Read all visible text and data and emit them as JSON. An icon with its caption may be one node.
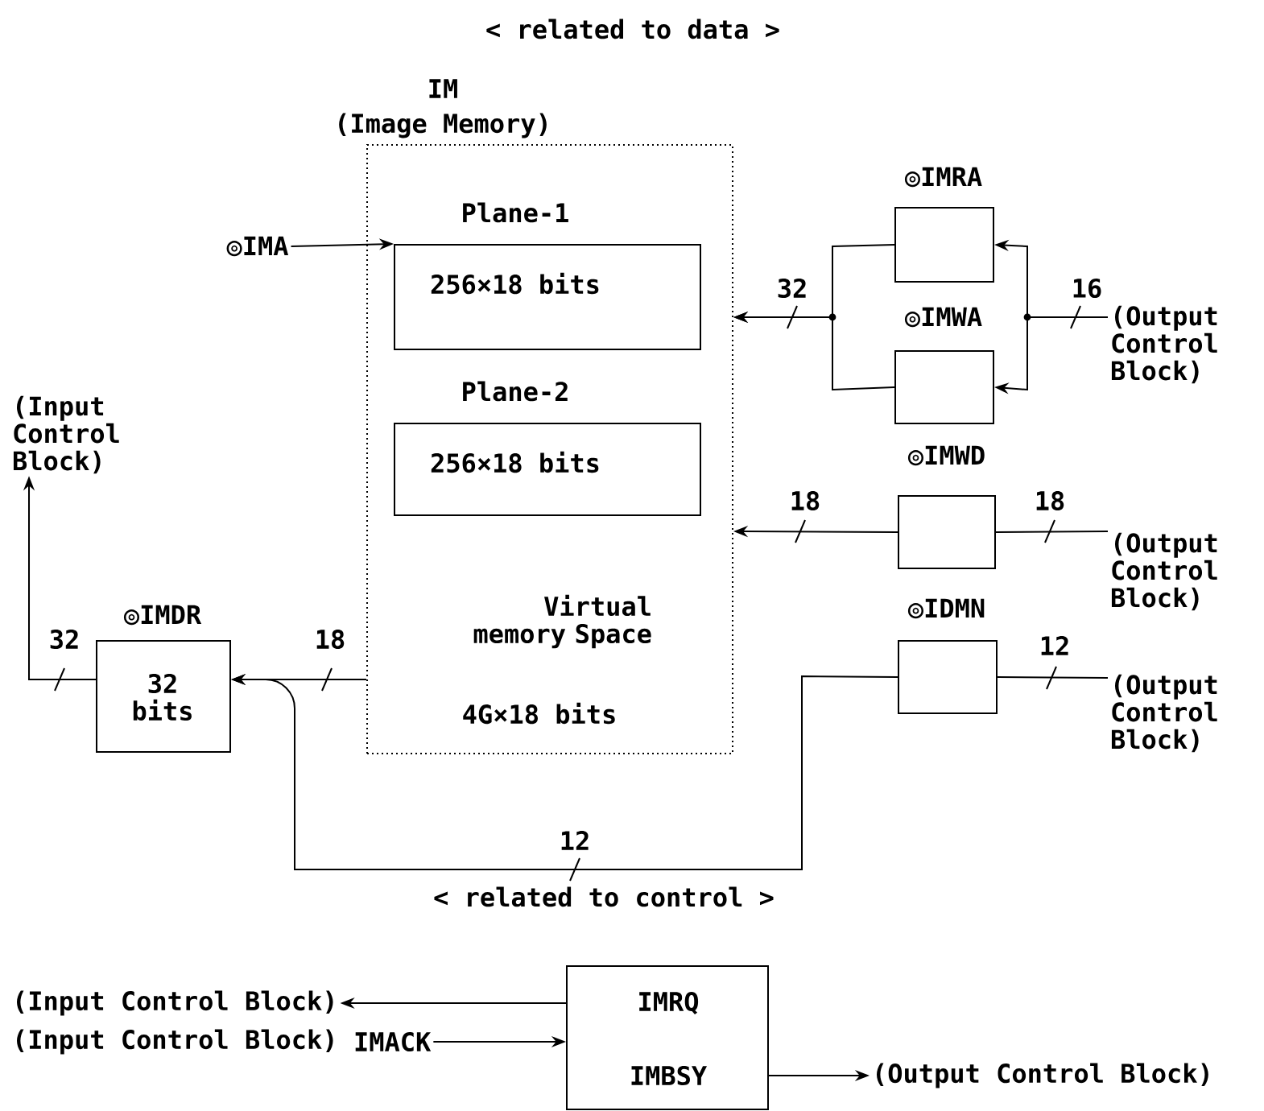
{
  "diagram": {
    "nodes": [
      {
        "text": [
          "IM",
          "(Image Memory)",
          "Virtual memory Space",
          "4G×18 bits"
        ]
      },
      {
        "text": [
          "Plane-1",
          "256×18 bits"
        ],
        "in": 0
      },
      {
        "text": [
          "Plane-2",
          "256×18 bits"
        ],
        "in": 0
      },
      {
        "text": [
          "◎IMA"
        ]
      },
      {
        "text": [
          "◎IMRA"
        ]
      },
      {
        "text": [
          "◎IMWA"
        ]
      },
      {
        "text": [
          "(Output Control Block)"
        ]
      },
      {
        "text": [
          "◎IMWD"
        ]
      },
      {
        "text": [
          "(Output Control Block)"
        ]
      },
      {
        "text": [
          "◎IDMN"
        ]
      },
      {
        "text": [
          "(Output Control Block)"
        ]
      },
      {
        "text": [
          "◎IMDR",
          "32 bits"
        ]
      },
      {
        "text": [
          "(Input Control Block)"
        ]
      },
      {
        "text": [
          "IMRQ",
          "IMBSY"
        ]
      },
      {
        "text": [
          "(Input Control Block)"
        ]
      },
      {
        "text": [
          "(Input Control Block)"
        ],
        "beside": [
          "IMACK"
        ]
      },
      {
        "text": [
          "(Output Control Block)"
        ]
      }
    ],
    "edges": [
      {
        "from": 3,
        "to": 1,
        "arrow": "to"
      },
      {
        "from": 6,
        "to": 4,
        "arrow": "to",
        "label": "16"
      },
      {
        "from": 6,
        "to": 5,
        "arrow": "to"
      },
      {
        "from": 4,
        "to": 0,
        "arrow": "to",
        "label": "32"
      },
      {
        "from": 5,
        "to": 0,
        "arrow": "to"
      },
      {
        "from": 8,
        "to": 7,
        "arrow": "none",
        "label": "18"
      },
      {
        "from": 7,
        "to": 0,
        "arrow": "to",
        "label": "18"
      },
      {
        "from": 10,
        "to": 9,
        "arrow": "none",
        "label": "12"
      },
      {
        "from": 9,
        "to": 11,
        "arrow": "to",
        "label": "12"
      },
      {
        "from": 0,
        "to": 11,
        "arrow": "to",
        "label": "18"
      },
      {
        "from": 11,
        "to": 12,
        "arrow": "to",
        "label": "32"
      },
      {
        "from": 13,
        "to": 14,
        "arrow": "to"
      },
      {
        "from": 15,
        "to": 13,
        "arrow": "to"
      },
      {
        "from": 13,
        "to": 16,
        "arrow": "to"
      }
    ],
    "labels": [
      "< related to data >",
      "< related to control >"
    ]
  }
}
